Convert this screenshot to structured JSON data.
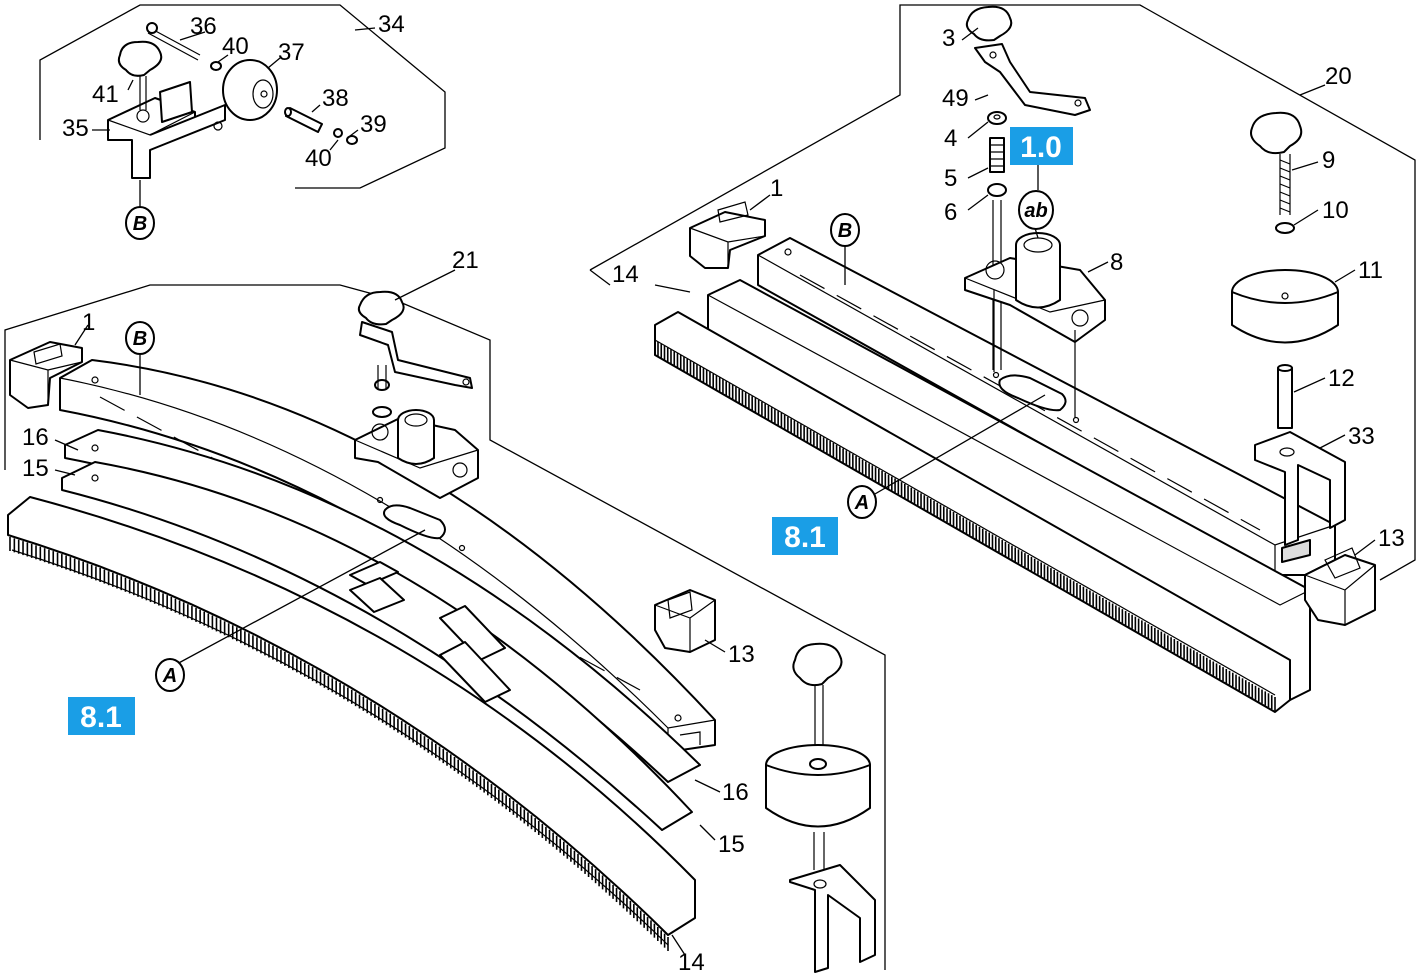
{
  "diagram": {
    "callouts": [
      "34",
      "36",
      "40",
      "37",
      "41",
      "35",
      "38",
      "39",
      "40",
      "21",
      "1",
      "16",
      "15",
      "13",
      "16",
      "15",
      "14",
      "3",
      "49",
      "4",
      "5",
      "6",
      "20",
      "9",
      "10",
      "11",
      "12",
      "33",
      "13",
      "1",
      "14",
      "8"
    ],
    "circle_labels": [
      "B",
      "B",
      "B",
      "A",
      "A",
      "ab"
    ],
    "tags": [
      "8.1",
      "1.0",
      "8.1"
    ],
    "colors": {
      "tag": "#1a9ee6",
      "line": "#000000",
      "background": "#ffffff"
    }
  }
}
